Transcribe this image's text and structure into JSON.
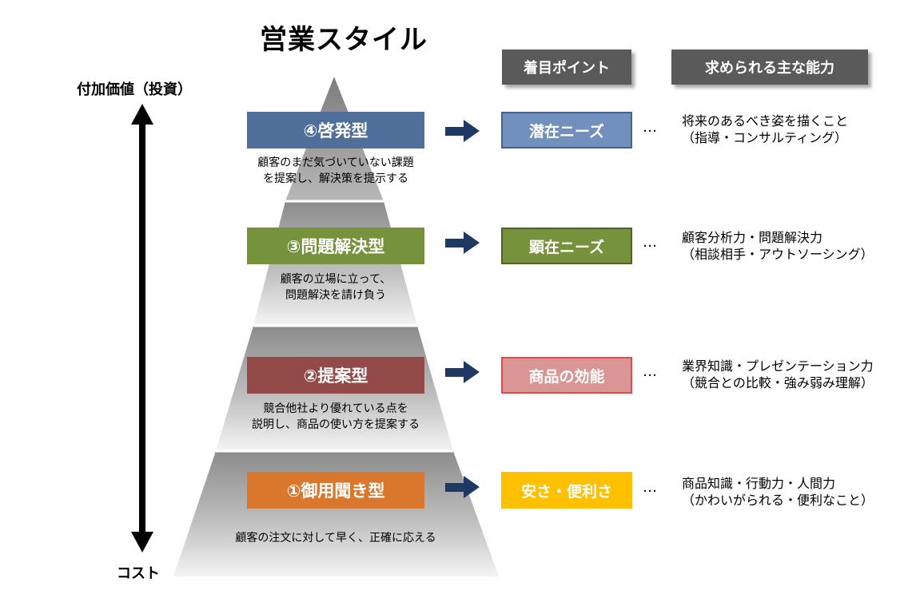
{
  "title": "営業スタイル",
  "headers": {
    "focus": "着目ポイント",
    "ability": "求められる主な能力"
  },
  "axis": {
    "top_label": "付加価値（投資）",
    "bottom_label": "コスト"
  },
  "colors": {
    "level4": "#4f6e9a",
    "level3": "#77923c",
    "level2": "#934b4a",
    "level1": "#d9782d"
  },
  "levels": [
    {
      "type": "④啓発型",
      "desc_line1": "顧客のまだ気づいていない課題",
      "desc_line2": "を提案し、解決策を提示する",
      "point": "潜在ニーズ",
      "point_color": "#7190bd",
      "dots": "…",
      "ability_line1": "将来のあるべき姿を描くこと",
      "ability_line2": "（指導・コンサルティング）"
    },
    {
      "type": "③問題解決型",
      "desc_line1": "顧客の立場に立って、",
      "desc_line2": "問題解決を請け負う",
      "point": "顕在ニーズ",
      "point_color": "#77923c",
      "dots": "…",
      "ability_line1": "顧客分析力・問題解決力",
      "ability_line2": "（相談相手・アウトソーシング）"
    },
    {
      "type": "②提案型",
      "desc_line1": "競合他社より優れている点を",
      "desc_line2": "説明し、商品の使い方を提案する",
      "point": "商品の効能",
      "point_color": "#da9694",
      "dots": "…",
      "ability_line1": "業界知識・プレゼンテーション力",
      "ability_line2": "（競合との比較・強み弱み理解）"
    },
    {
      "type": "①御用聞き型",
      "desc_line1": "顧客の注文に対して早く、正確に応える",
      "desc_line2": "",
      "point": "安さ・便利さ",
      "point_color": "#ffc000",
      "dots": "…",
      "ability_line1": "商品知識・行動力・人間力",
      "ability_line2": "（かわいがられる・便利なこと）"
    }
  ]
}
